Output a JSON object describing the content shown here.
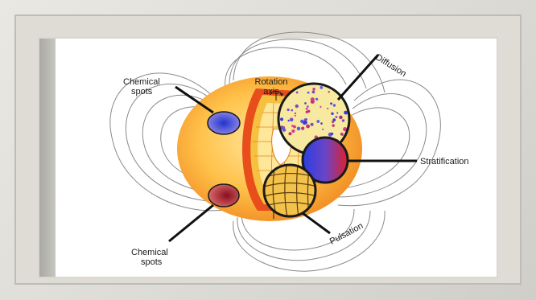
{
  "labels": {
    "chemical_spots_top": [
      "Chemical",
      "spots"
    ],
    "rotation_axis": [
      "Rotation",
      "axis"
    ],
    "diffusion": "Diffusion",
    "stratification": "Stratification",
    "pulsation": "Pulsation",
    "chemical_spots_bottom": [
      "Chemical",
      "spots"
    ]
  },
  "colors": {
    "star_core": "#ffd36a",
    "star_edge": "#f2912a",
    "cutaway": "#e84d1c",
    "spot_blue": "#3a4fd8",
    "spot_red": "#c8162c",
    "field_lines": "#8a8a8a"
  }
}
